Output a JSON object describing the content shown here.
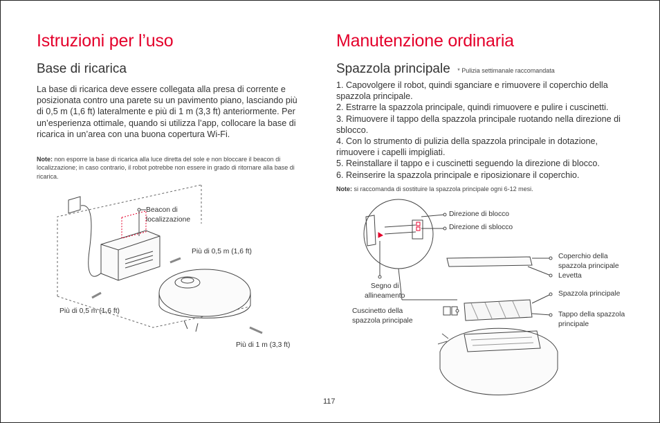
{
  "left": {
    "title": "Istruzioni per l’uso",
    "subtitle": "Base di ricarica",
    "body": "La base di ricarica deve essere collegata alla presa di corrente e posizionata contro una parete su un pavimento piano, lasciando più di 0,5 m (1,6 ft) lateralmente e più di 1 m (3,3 ft) anteriormente. Per un’esperienza ottimale, quando si utilizza l’app, collocare la base di ricarica in un’area con una buona copertura Wi-Fi.",
    "note_label": "Note:",
    "note_text": " non esporre la base di ricarica alla luce diretta del sole e non bloccare il beacon di localizzazione; in caso contrario, il robot potrebbe non essere in grado di ritornare alla base di ricarica.",
    "figure": {
      "beacon_label": "Beacon di\nlocalizzazione",
      "dist_right": "Più di 0,5 m (1,6 ft)",
      "dist_left": "Più di 0,5 m (1,6 ft)",
      "dist_front": "Più di 1 m (3,3 ft)"
    }
  },
  "right": {
    "title": "Manutenzione ordinaria",
    "subtitle": "Spazzola principale",
    "subtitle_note": "* Pulizia settimanale raccomandata",
    "steps": [
      "1. Capovolgere il robot, quindi sganciare e rimuovere il coperchio della spazzola principale.",
      "2. Estrarre la spazzola principale, quindi rimuovere e pulire i cuscinetti.",
      "3. Rimuovere il tappo della spazzola principale ruotando nella direzione di sblocco.",
      "4. Con lo strumento di pulizia della spazzola principale in dotazione, rimuovere i capelli impigliati.",
      "5. Reinstallare il tappo e i cuscinetti seguendo la direzione di blocco.",
      "6. Reinserire la spazzola principale e riposizionare il coperchio."
    ],
    "note_label": "Note:",
    "note_text": " si raccomanda di sostituire la spazzola principale ogni 6-12 mesi.",
    "figure": {
      "lock_dir": "Direzione di blocco",
      "unlock_dir": "Direzione di sblocco",
      "cover": "Coperchio della\nspazzola principale",
      "lever": "Levetta",
      "brush": "Spazzola principale",
      "cap": "Tappo della spazzola\nprincipale",
      "alignment": "Segno di\nallineamento",
      "bearing": "Cuscinetto della\nspazzola principale"
    }
  },
  "page_number": "117",
  "colors": {
    "accent": "#e4002b",
    "text": "#333333"
  }
}
